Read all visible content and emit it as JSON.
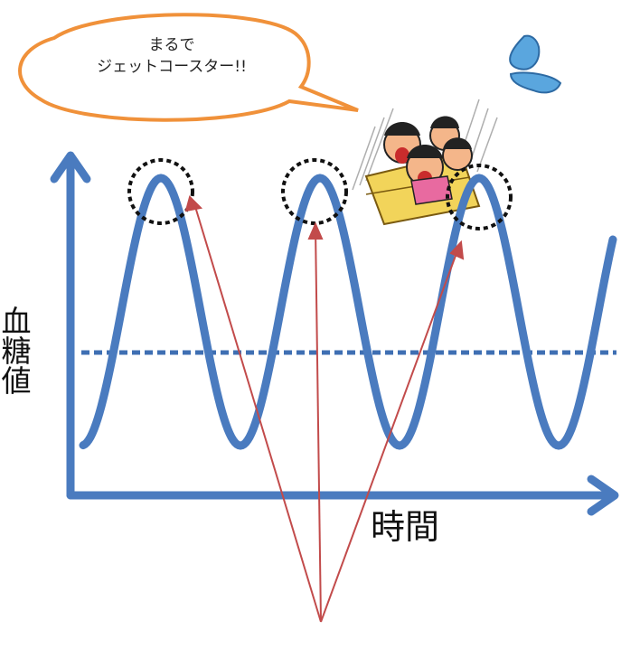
{
  "bubble": {
    "line1": "まるで",
    "line2": "ジェットコースター!!"
  },
  "axes": {
    "ylabel": "血糖値",
    "xlabel": "時間"
  },
  "colors": {
    "axis": "#4a7bbf",
    "curve": "#4a7bbf",
    "threshold": "#3f6fb3",
    "bubble_stroke": "#f0913a",
    "arrow": "#c24b4b",
    "peak_circle": "#111111"
  },
  "icons": [
    "sweat-drop-icon",
    "roller-coaster-illustration"
  ]
}
